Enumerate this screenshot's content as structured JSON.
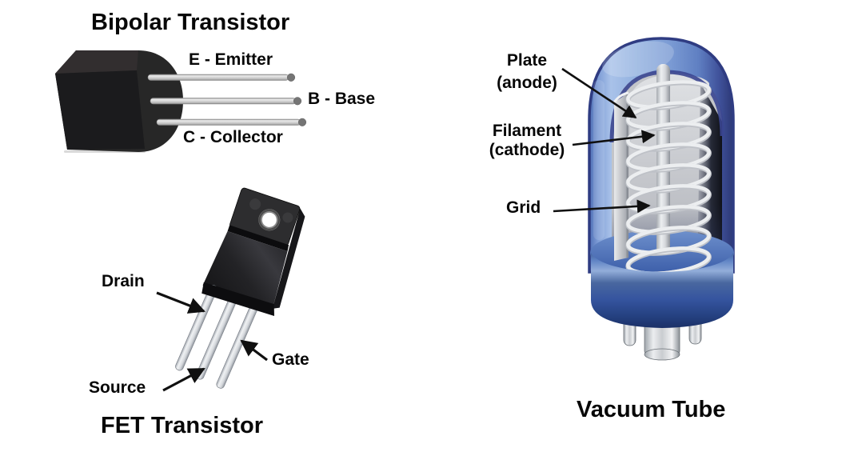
{
  "figures": {
    "bipolar": {
      "title": "Bipolar Transistor",
      "emitter_label": "E - Emitter",
      "base_label": "B - Base",
      "collector_label": "C - Collector"
    },
    "fet": {
      "title": "FET Transistor",
      "drain_label": "Drain",
      "gate_label": "Gate",
      "source_label": "Source"
    },
    "vacuum_tube": {
      "title": "Vacuum Tube",
      "plate_label_line1": "Plate",
      "plate_label_line2": "(anode)",
      "filament_label_line1": "Filament",
      "filament_label_line2": "(cathode)",
      "grid_label": "Grid"
    }
  },
  "colors": {
    "background": "#ffffff",
    "text": "#070707",
    "arrow": "#101010",
    "transistor_body_black": "#232325",
    "lead_silver": "#cfcfcf",
    "tube_glass_blue": "#7d9cd6",
    "tube_rim_navy": "#2f3c82",
    "tube_base_blue": "#3b5dab",
    "internals_gray": "#c3c5c9"
  }
}
